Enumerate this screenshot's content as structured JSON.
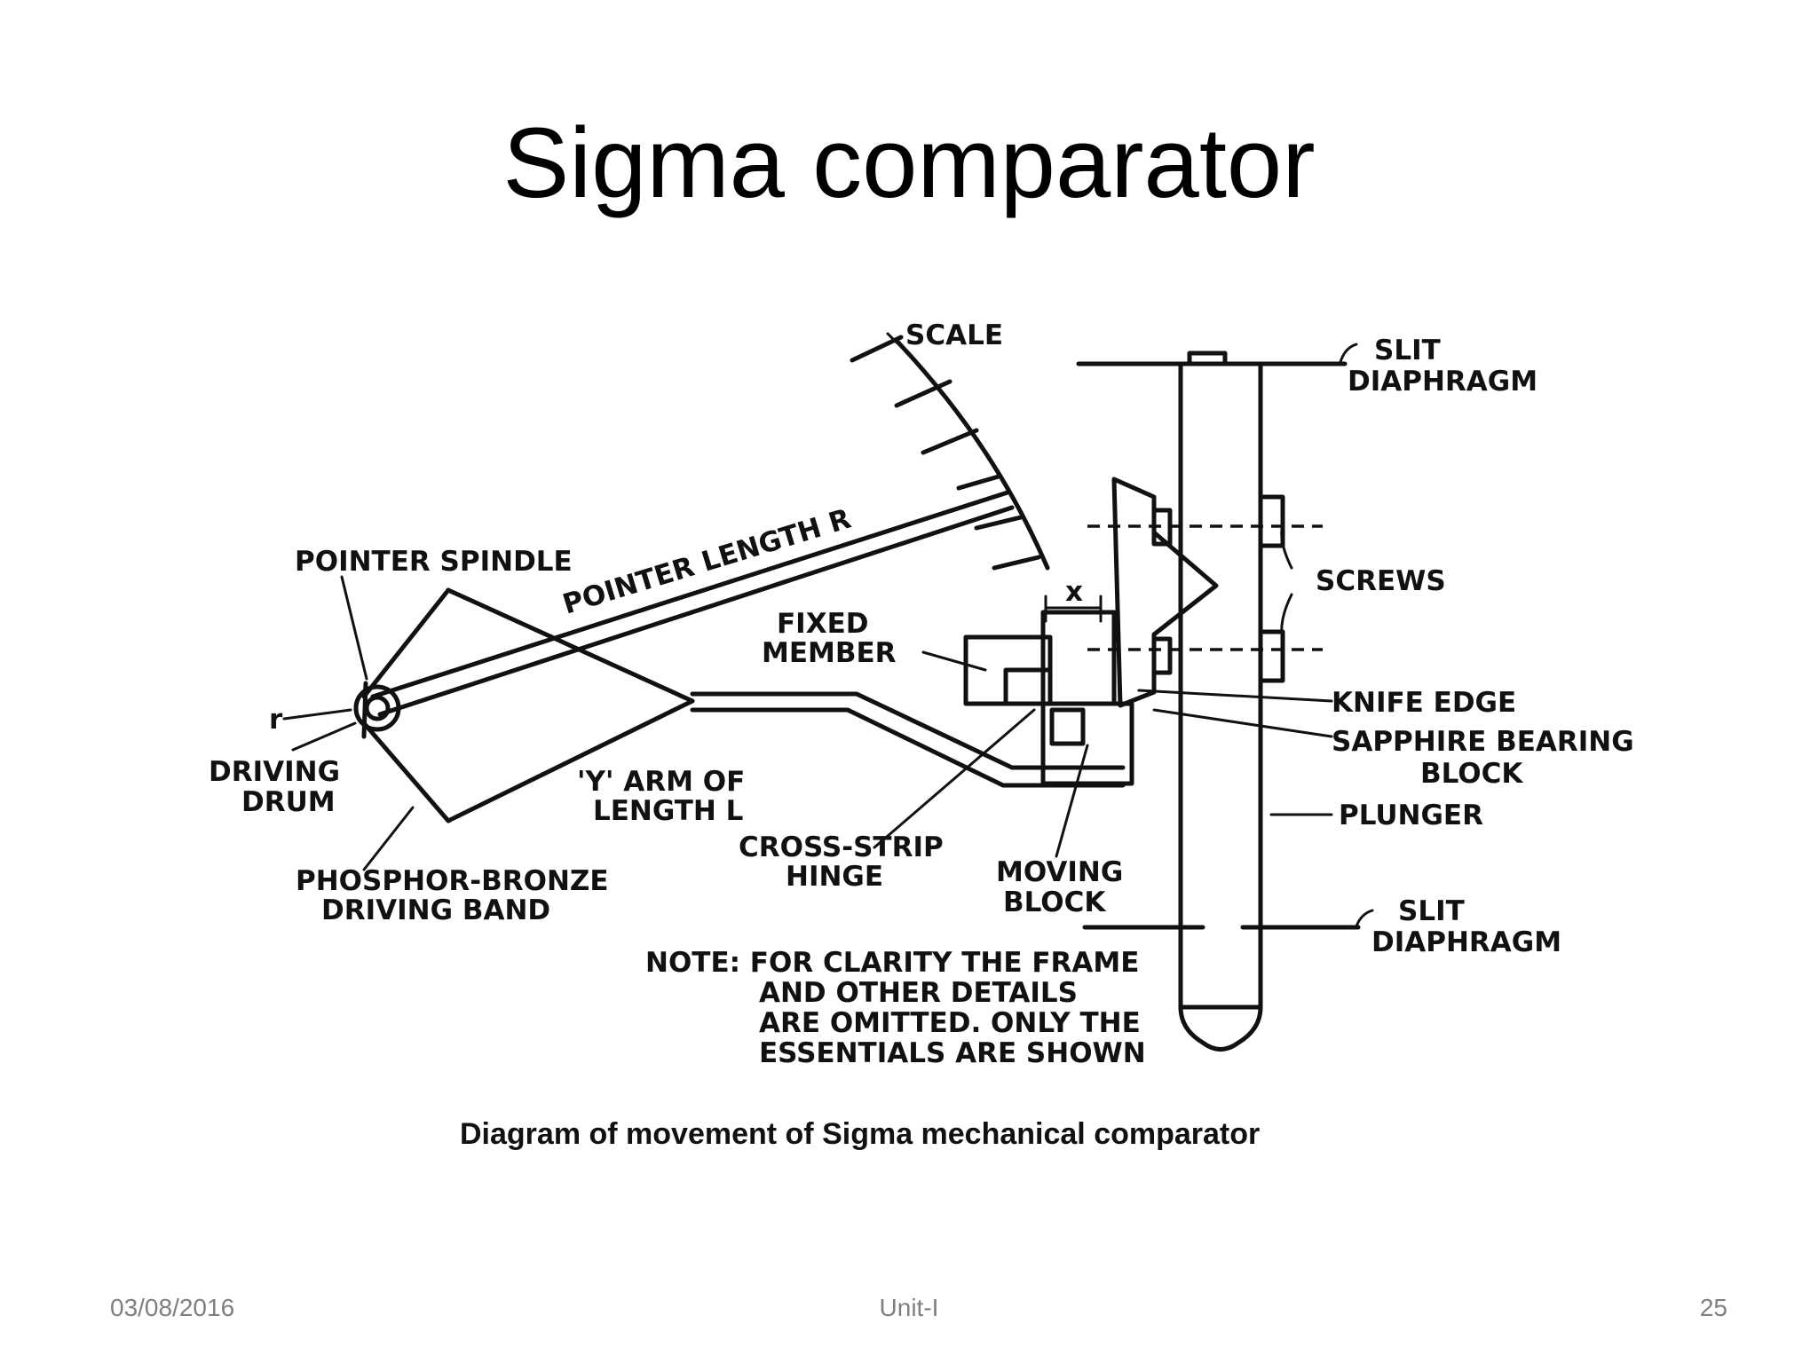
{
  "slide": {
    "title": "Sigma comparator",
    "footer_date": "03/08/2016",
    "footer_section": "Unit-I",
    "page_number": "25"
  },
  "diagram": {
    "labels": {
      "scale": "SCALE",
      "slit_diaphragm_top_1": "SLIT",
      "slit_diaphragm_top_2": "DIAPHRAGM",
      "pointer_length": "POINTER LENGTH R",
      "pointer_spindle": "POINTER SPINDLE",
      "x": "x",
      "screws": "SCREWS",
      "fixed_member_1": "FIXED",
      "fixed_member_2": "MEMBER",
      "r": "r",
      "knife_edge": "KNIFE EDGE",
      "sapphire_bearing_1": "SAPPHIRE BEARING",
      "sapphire_bearing_2": "BLOCK",
      "driving_drum_1": "DRIVING",
      "driving_drum_2": "DRUM",
      "y_arm_1": "'Y' ARM OF",
      "y_arm_2": "LENGTH L",
      "plunger": "PLUNGER",
      "cross_strip_1": "CROSS-STRIP",
      "cross_strip_2": "HINGE",
      "moving_block_1": "MOVING",
      "moving_block_2": "BLOCK",
      "phosphor_bronze_1": "PHOSPHOR-BRONZE",
      "phosphor_bronze_2": "DRIVING BAND",
      "slit_diaphragm_bottom_1": "SLIT",
      "slit_diaphragm_bottom_2": "DIAPHRAGM",
      "note_1": "NOTE: FOR CLARITY THE FRAME",
      "note_2": "AND OTHER DETAILS",
      "note_3": "ARE OMITTED. ONLY THE",
      "note_4": "ESSENTIALS ARE SHOWN"
    },
    "caption": "Diagram of movement of Sigma mechanical comparator"
  }
}
